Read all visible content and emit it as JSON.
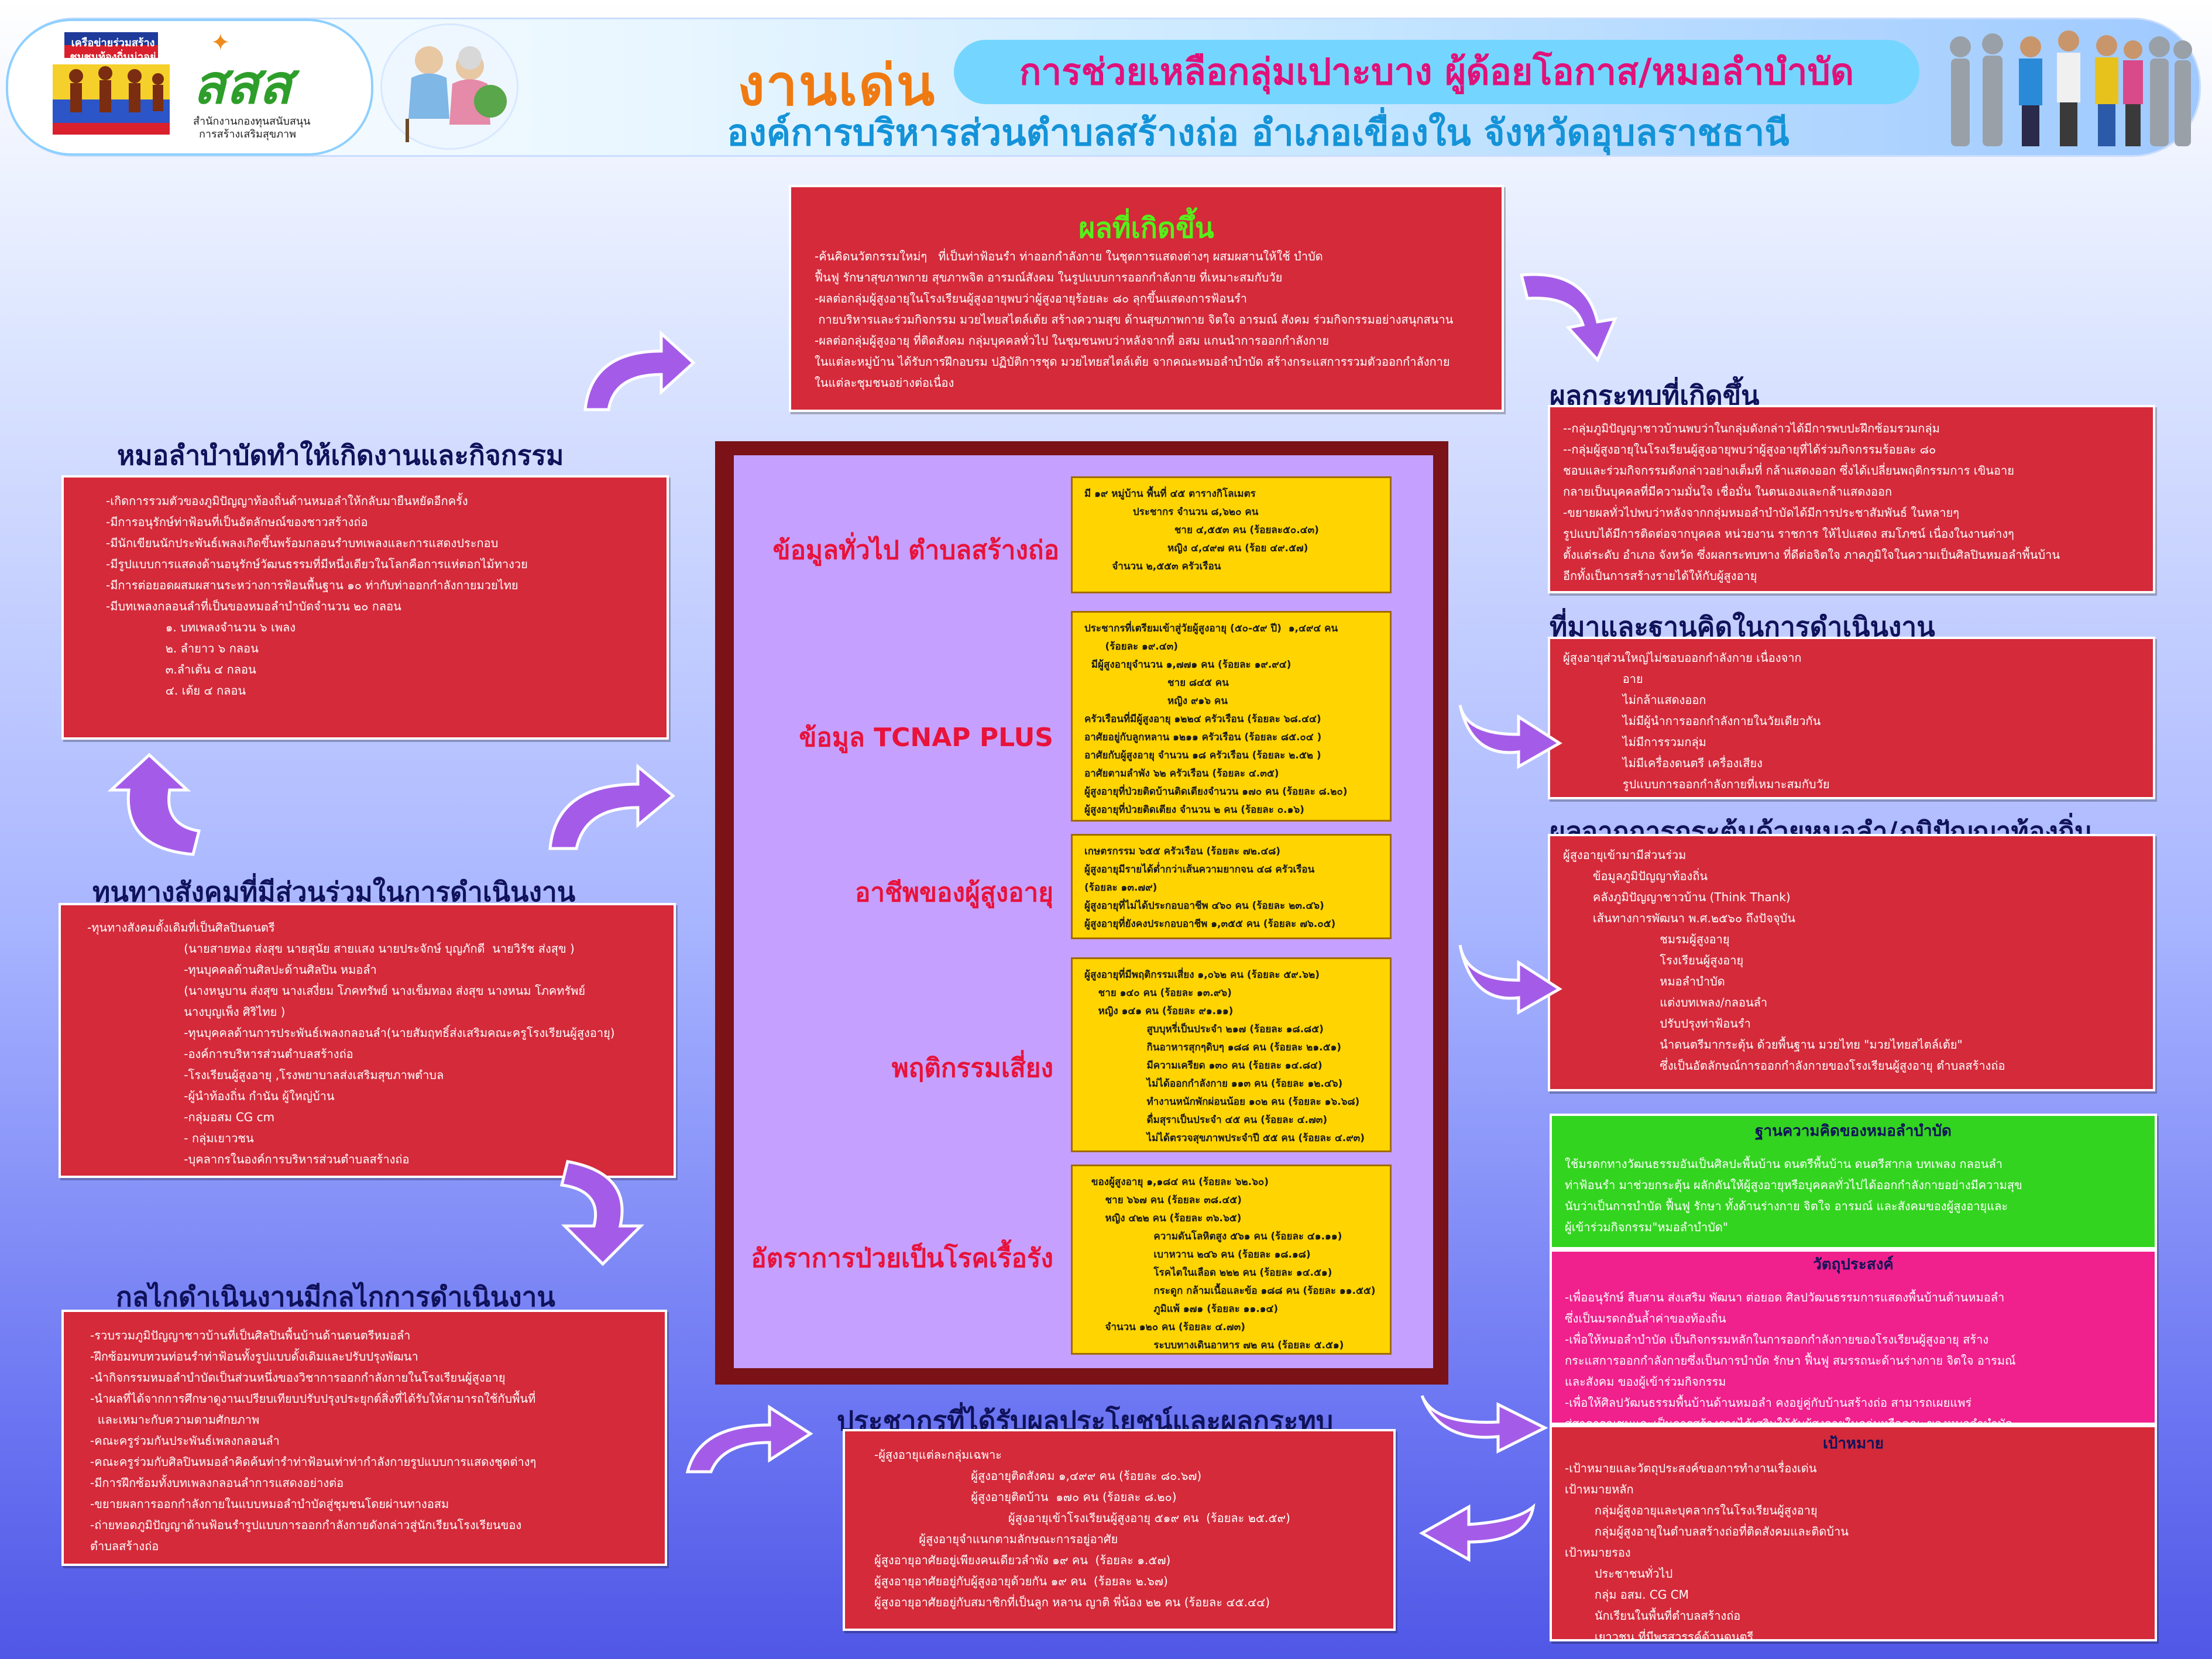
{
  "header": {
    "logo1_text": [
      "เครือข่ายร่วมสร้าง",
      "ชุมชนท้องถิ่นน่าอยู่"
    ],
    "logo2_text": "สสส",
    "logo2_sub": [
      "สำนักงานกองทุนสนับสนุน",
      "การสร้างเสริมสุขภาพ"
    ],
    "title": "งานเด่น",
    "title_topic": "การช่วยเหลือกลุ่มเปาะบาง ผู้ด้อยโอกาส/หมอลำบำบัด",
    "subtitle": "องค์การบริหารส่วนตำบลสร้างถ่อ  อำเภอเขื่องใน  จังหวัดอุบลราชธานี"
  },
  "results": {
    "title": "ผลที่เกิดขึ้น",
    "lines": [
      "-ค้นคิดนวัตกรรมใหม่ๆ   ที่เป็นท่าฟ้อนรำ ท่าออกกำลังกาย ในชุดการแสดงต่างๆ ผสมผสานให้ใช้ บำบัด",
      "ฟื้นฟู รักษาสุขภาพกาย สุขภาพจิต อารมณ์สังคม ในรูปแบบการออกกำลังกาย ที่เหมาะสมกับวัย",
      "-ผลต่อกลุ่มผู้สูงอายุในโรงเรียนผู้สูงอายุพบว่าผู้สูงอายุร้อยละ ๘๐ ลุกขึ้นแสดงการฟ้อนรำ",
      " กายบริหารและร่วมกิจกรรม มวยไทยสไตล์เต้ย สร้างความสุข ด้านสุขภาพกาย จิตใจ อารมณ์ สังคม ร่วมกิจกรรมอย่างสนุกสนาน",
      "-ผลต่อกลุ่มผู้สูงอายุ ที่ติดสังคม กลุ่มบุคคลทั่วไป ในชุมชนพบว่าหลังจากที่ อสม แกนนำการออกกำลังกาย",
      "ในแต่ละหมู่บ้าน ได้รับการฝึกอบรม ปฏิบัติการชุด มวยไทยสไตล์เต้ย จากคณะหมอลำบำบัด สร้างกระแสการรวมตัวออกกำลังกาย",
      "ในแต่ละชุมชนอย่างต่อเนื่อง"
    ]
  },
  "molam": {
    "title": "หมอลำบำบัดทำให้เกิดงานและกิจกรรม",
    "lines": [
      "-เกิดการรวมตัวของภูมิปัญญาท้องถิ่นด้านหมอลำให้กลับมายืนหยัดอีกครั้ง",
      "-มีการอนุรักษ์ท่าฟ้อนที่เป็นอัตลักษณ์ของชาวสร้างถ่อ",
      "-มีนักเขียนนักประพันธ์เพลงเกิดขึ้นพร้อมกลอนรำบทเพลงและการแสดงประกอบ",
      "-มีรูปแบบการแสดงด้านอนุรักษ์วัฒนธรรมที่มีหนึ่งเดียวในโลกคือการแห่ตอกไม้ทางวย",
      "-มีการต่อยอดผสมผสานระหว่างการฟ้อนพื้นฐาน ๑๐ ท่ากับท่าออกกำลังกายมวยไทย",
      "-มีบทเพลงกลอนลำที่เป็นของหมอลำบำบัดจำนวน ๒๐ กลอน",
      "                ๑. บทเพลงจำนวน ๖ เพลง",
      "                ๒. ลำยาว ๖ กลอน",
      "                ๓.ลำเต้น ๔ กลอน",
      "                ๔. เต้ย ๔ กลอน"
    ]
  },
  "social": {
    "title": "ทุนทางสังคมที่มีส่วนร่วมในการดำเนินงาน",
    "lines": [
      "-ทุนทางสังคมดั้งเดิมที่เป็นศิลปินดนตรี",
      "                          (นายสายทอง ส่งสุข นายสุนัย สายแสง นายประจักษ์ บุญภักดี  นายวิรัช ส่งสุข )",
      "                          -ทุนบุคคลด้านศิลปะด้านศิลปิน หมอลำ",
      "                          (นางหนูบาน ส่งสุข นางเสงี่ยม โภคทรัพย์ นางเข็มทอง ส่งสุข นางหนม โภคทรัพย์",
      "                          นางบุญเพ็ง ศิริไทย )",
      "                          -ทุนบุคคลด้านการประพันธ์เพลงกลอนลำ(นายสัมฤทธิ์ส่งเสริมคณะครูโรงเรียนผู้สูงอายุ)",
      "                          -องค์การบริหารส่วนตำบลสร้างถ่อ",
      "                          -โรงเรียนผู้สูงอายุ ,โรงพยาบาลส่งเสริมสุขภาพตำบล",
      "                          -ผู้นำท้องถิ่น กำนัน ผู้ใหญ่บ้าน",
      "                          -กลุ่มอสม CG cm",
      "                          - กลุ่มเยาวชน",
      "                          -บุคลากรในองค์การบริหารส่วนตำบลสร้างถ่อ"
    ]
  },
  "mechanism": {
    "title": "กลไกดำเนินงานมีกลไกการดำเนินงาน",
    "lines": [
      "-รวบรวมภูมิปัญญาชาวบ้านที่เป็นศิลปินพื้นบ้านด้านดนตรีหมอลำ",
      "-ฝึกซ้อมทบทวนท่อนรำท่าฟ้อนทั้งรูปแบบดั้งเดิมและปรับปรุงพัฒนา",
      "-นำกิจกรรมหมอลำบำบัดเป็นส่วนหนึ่งของวิชาการออกกำลังกายในโรงเรียนผู้สูงอายุ",
      "-นำผลที่ได้จากการศึกษาดูงานเปรียบเทียบปรับปรุงประยุกต์สิ่งที่ได้รับให้สามารถใช้กับพื้นที่",
      "  และเหมาะกับความตามศักยภาพ",
      "-คณะครูร่วมกันประพันธ์เพลงกลอนลำ",
      "-คณะครูร่วมกับศิลปินหมอลำคิดค้นท่ารำท่าฟ้อนเท่าท่ากำลังกายรูปแบบการแสดงชุดต่างๆ",
      "-มีการฝึกซ้อมทั้งบทเพลงกลอนลำการแสดงอย่างต่อ",
      "-ขยายผลการออกกำลังกายในแบบหมอลำบำบัดสู่ชุมชนโดยผ่านทางอสม",
      "-ถ่ายทอดภูมิปัญญาด้านฟ้อนรำรูปแบบการออกกำลังกายดังกล่าวสู่นักเรียนโรงเรียนของ",
      "ตำบลสร้างถ่อ"
    ]
  },
  "center": {
    "label_general": "ข้อมูลทั่วไป ตำบลสร้างถ่อ",
    "label_tcnap": "ข้อมูล TCNAP PLUS",
    "label_career": "อาชีพของผู้สูงอายุ",
    "label_risk": "พฤติกรรมเสี่ยง",
    "label_chronic": "อัตราการป่วยเป็นโรคเรื้อรัง",
    "general_lines": [
      "มี ๑๙ หมู่บ้าน พื้นที่ ๔๕ ตารางกิโลเมตร",
      "              ประชากร จำนวน ๘,๖๒๐ คน",
      "                          ชาย ๔,๕๕๓ คน (ร้อยละ๕๐.๔๓)",
      "                        หญิง ๔,๔๙๗ คน (ร้อย ๔๙.๕๗)",
      "        จำนวน ๒,๕๕๓ ครัวเรือน"
    ],
    "tcnap_lines": [
      "ประชากรที่เตรียมเข้าสู่วัยผู้สูงอายุ (๕๐-๕๙ ปี)  ๑,๔๙๔ คน",
      "      (ร้อยละ ๑๙.๔๓)",
      "  มีผู้สูงอายุจำนวน ๑,๗๗๑ คน (ร้อยละ ๑๙.๙๔)",
      "                        ชาย ๘๔๕ คน",
      "                        หญิง ๙๑๖ คน",
      "ครัวเรือนที่มีผู้สูงอายุ ๑๒๒๔ ครัวเรือน (ร้อยละ ๖๘.๔๔)",
      "อาศัยอยู่กับลูกหลาน ๑๒๑๑ ครัวเรือน (ร้อยละ ๘๕.๐๔ )",
      "อาศัยกับผู้สูงอายุ จำนวน ๑๘ ครัวเรือน (ร้อยละ ๒.๕๒ )",
      "อาศัยตามลำพัง ๖๒ ครัวเรือน (ร้อยละ ๔.๓๕)",
      "ผู้สูงอายุที่ป่วยติดบ้านติดเตียงจำนวน ๑๗๐ คน (ร้อยละ ๘.๒๐)",
      "ผู้สูงอายุที่ป่วยติดเตียง จำนวน ๒ คน (ร้อยละ ๐.๑๖)"
    ],
    "career_lines": [
      "เกษตรกรรม ๖๕๕ ครัวเรือน (ร้อยละ ๗๒.๔๘)",
      "ผู้สูงอายุมีรายได้ต่ำกว่าเส้นความยากจน ๔๘ ครัวเรือน",
      "(ร้อยละ ๑๓.๗๙)",
      "ผู้สูงอายุที่ไม่ได้ประกอบอาชีพ ๔๖๐ คน (ร้อยละ ๒๓.๔๖)",
      "ผู้สูงอายุที่ยังคงประกอบอาชีพ ๑,๓๕๕ คน (ร้อยละ ๗๖.๐๕)"
    ],
    "risk_lines": [
      "ผู้สูงอายุที่มีพฤติกรรมเสี่ยง ๑,๐๖๒ คน (ร้อยละ ๕๙.๖๒)",
      "    ชาย ๑๔๐ คน (ร้อยละ ๑๓.๙๖)",
      "    หญิง ๑๔๑ คน (ร้อยละ ๙๑.๑๑)",
      "                  สูบบุหรี่เป็นประจำ ๒๑๗ (ร้อยละ ๑๘.๘๕)",
      "                  กินอาหารสุกๆดิบๆ ๑๘๘ คน (ร้อยละ ๒๑.๕๑)",
      "                  มีความเครียด ๑๓๐ คน (ร้อยละ ๑๔.๘๔)",
      "                  ไม่ได้ออกกำลังกาย ๑๑๓ คน (ร้อยละ ๑๒.๔๖)",
      "                  ทำงานหนักพักผ่อนน้อย ๑๐๒ คน (ร้อยละ ๑๖.๖๘)",
      "                  ดื่มสุราเป็นประจำ ๔๕ คน (ร้อยละ ๔.๗๓)",
      "                  ไม่ได้ตรวจสุขภาพประจำปี ๕๕ คน (ร้อยละ ๔.๙๓)"
    ],
    "chronic_lines": [
      "  ของผู้สูงอายุ ๑,๑๘๔ คน (ร้อยละ ๖๒.๖๐)",
      "      ชาย ๖๖๗ คน (ร้อยละ ๓๘.๔๕)",
      "      หญิง ๔๒๒ คน (ร้อยละ ๓๖.๖๕)",
      "                    ความดันโลหิตสูง ๕๖๑ คน (ร้อยละ ๔๑.๑๑)",
      "                    เบาหวาน ๒๔๖ คน (ร้อยละ ๑๘.๑๘)",
      "                    โรคไตในเลือด ๒๒๒ คน (ร้อยละ ๑๔.๕๑)",
      "                    กระดูก กล้ามเนื้อและข้อ ๑๘๘ คน (ร้อยละ ๑๑.๕๕)",
      "                    ภูมิแพ้ ๑๗๑ (ร้อยละ ๑๑.๑๔)",
      "      จำนวน ๑๒๐ คน (ร้อยละ ๔.๗๓)",
      "                    ระบบทางเดินอาหาร ๗๒ คน (ร้อยละ ๕.๕๑)"
    ]
  },
  "beneficiaries": {
    "title": "ประชากรที่ได้รับผลประโยชน์และผลกระทบ",
    "lines": [
      "-ผู้สูงอายุแต่ละกลุ่มเฉพาะ",
      "                          ผู้สูงอายุติดสังคม ๑,๔๙๙ คน (ร้อยละ ๘๐.๖๗)",
      "                          ผู้สูงอายุติดบ้าน  ๑๗๐ คน (ร้อยละ ๘.๒๐)",
      "                                    ผู้สูงอายุเข้าโรงเรียนผู้สูงอายุ ๕๑๙ คน  (ร้อยละ ๒๕.๕๙)",
      "            ผู้สูงอายุจำแนกตามลักษณะการอยู่อาศัย",
      "ผู้สูงอายุอาศัยอยู่เพียงคนเดียวลำพัง ๑๙ คน  (ร้อยละ ๑.๕๗)",
      "ผู้สูงอายุอาศัยอยู่กับผู้สูงอายุด้วยกัน ๑๙ คน  (ร้อยละ ๒.๖๗)",
      "ผู้สูงอายุอาศัยอยู่กับสมาชิกที่เป็นลูก หลาน ญาติ พี่น้อง ๒๒ คน (ร้อยละ ๔๕.๔๔)"
    ]
  },
  "impact": {
    "title": "ผลกระทบที่เกิดขึ้น",
    "lines": [
      "--กลุ่มภูมิปัญญาชาวบ้านพบว่าในกลุ่มดังกล่าวได้มีการพบปะฝึกซ้อมรวมกลุ่ม",
      "--กลุ่มผู้สูงอายุในโรงเรียนผู้สูงอายุพบว่าผู้สูงอายุที่ได้ร่วมกิจกรรมร้อยละ ๘๐",
      "ชอบและร่วมกิจกรรมดังกล่าวอย่างเต็มที่ กล้าแสดงออก ซึ่งได้เปลี่ยนพฤติกรรมการ เขินอาย",
      "กลายเป็นบุคคลที่มีความมั่นใจ เชื่อมั่น ในตนเองและกล้าแสดงออก",
      "-ขยายผลทั่วไปพบว่าหลังจากกลุ่มหมอลำบำบัดได้มีการประชาสัมพันธ์ ในหลายๆ",
      "รูปแบบได้มีการติดต่อจากบุคคล หน่วยงาน ราชการ ให้ไปแสดง สมโภชน์ เนื่องในงานต่างๆ",
      "ตั้งแต่ระดับ อำเภอ จังหวัด ซึ่งผลกระทบทาง ที่ดีต่อจิตใจ ภาคภูมิใจในความเป็นศิลปินหมอลำพื้นบ้าน",
      "อีกทั้งเป็นการสร้างรายได้ให้กับผู้สูงอายุ"
    ]
  },
  "origin": {
    "title": "ที่มาและฐานคิดในการดำเนินงาน",
    "lines": [
      "ผู้สูงอายุส่วนใหญ่ไม่ชอบออกกำลังกาย เนื่องจาก",
      "                อาย",
      "                ไม่กล้าแสดงออก",
      "                ไม่มีผู้นำการออกกำลังกายในวัยเดียวกัน",
      "                ไม่มีการรวมกลุ่ม",
      "                ไม่มีเครื่องดนตรี เครื่องเสียง",
      "                รูปแบบการออกกำลังกายที่เหมาะสมกับวัย"
    ]
  },
  "outcome_local": {
    "title": "ผลจากการกระตุ้นด้วยหมอลำ/ภูมิปัญญาท้องถิ่น",
    "lines": [
      "ผู้สูงอายุเข้ามามีส่วนร่วม",
      "        ข้อมูลภูมิปัญญาท้องถิ่น",
      "        คลังภูมิปัญญาชาวบ้าน (Think Thank)",
      "        เส้นทางการพัฒนา พ.ศ.๒๕๖๐ ถึงปัจจุบัน",
      "                          ชมรมผู้สูงอายุ",
      "                          โรงเรียนผู้สูงอายุ",
      "                          หมอลำบำบัด",
      "                          แต่งบทเพลง/กลอนลำ",
      "                          ปรับปรุงท่าฟ้อนรำ",
      "                          นำดนตรีมากระตุ้น ด้วยพื้นฐาน มวยไทย \"มวยไทยสไตล์เต้ย\"",
      "                          ซึ่งเป็นอัตลักษณ์การออกกำลังกายของโรงเรียนผู้สูงอายุ ตำบลสร้างถ่อ"
    ]
  },
  "concept": {
    "title": "ฐานความคิดของหมอลำบำบัด",
    "lines": [
      "ใช้มรดกทางวัฒนธรรมอันเป็นศิลปะพื้นบ้าน ดนตรีพื้นบ้าน ดนตรีสากล บทเพลง กลอนลำ",
      "ท่าฟ้อนรำ มาช่วยกระตุ้น ผลักดันให้ผู้สูงอายุหรือบุคคลทั่วไปได้ออกกำลังกายอย่างมีความสุข",
      "นับว่าเป็นการบำบัด ฟื้นฟู รักษา ทั้งด้านร่างกาย จิตใจ อารมณ์ และสังคมของผู้สูงอายุและ",
      "ผู้เข้าร่วมกิจกรรม\"หมอลำบำบัด\""
    ]
  },
  "objective": {
    "title": "วัตถุประสงค์",
    "lines": [
      "-เพื่ออนุรักษ์ สืบสาน ส่งเสริม พัฒนา ต่อยอด ศิลปวัฒนธรรมการแสดงพื้นบ้านด้านหมอลำ",
      "ซึ่งเป็นมรดกอันล้ำค่าของท้องถิ่น",
      "-เพื่อให้หมอลำบำบัด เป็นกิจกรรมหลักในการออกกำลังกายของโรงเรียนผู้สูงอายุ สร้าง",
      "กระแสการออกกำลังกายซึ่งเป็นการบำบัด รักษา ฟื้นฟู สมรรถนะด้านร่างกาย จิตใจ อารมณ์",
      "และสังคม ของผู้เข้าร่วมกิจกรรม",
      "-เพื่อให้ศิลปวัฒนธรรมพื้นบ้านด้านหมอลำ คงอยู่คู่กับบ้านสร้างถ่อ สามารถเผยแพร่",
      "สู่สาธารณชนและเป็นการสร้างรายได้เสริมให้กับผู้สูงอายุในกลุ่มหรือคณะของหมอลำบำบัด"
    ]
  },
  "goal": {
    "title": "เป้าหมาย",
    "lines": [
      "-เป้าหมายและวัตถุประสงค์ของการทำงานเรื่องเด่น",
      "เป้าหมายหลัก",
      "        กลุ่มผู้สูงอายุและบุคลากรในโรงเรียนผู้สูงอายุ",
      "        กลุ่มผู้สูงอายุในตำบลสร้างถ่อที่ติดสังคมและติดบ้าน",
      "เป้าหมายรอง",
      "        ประชาชนทั่วไป",
      "        กลุ่ม อสม. CG CM",
      "        นักเรียนในพื้นที่ตำบลสร้างถ่อ",
      "        เยาวชน ที่มีพรสวรรค์ด้านดนตรี"
    ]
  }
}
